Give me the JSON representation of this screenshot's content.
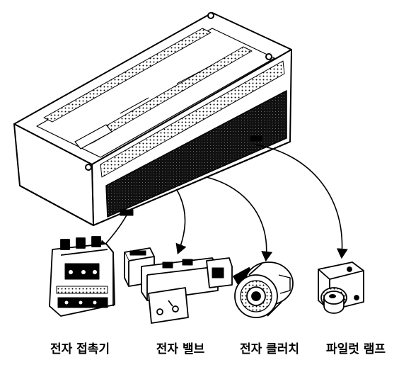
{
  "diagram": {
    "plc": {
      "icon": "plc-unit-icon"
    },
    "devices": [
      {
        "label": "전자 접촉기",
        "icon": "magnetic-contactor-icon"
      },
      {
        "label": "전자 밸브",
        "icon": "solenoid-valve-icon"
      },
      {
        "label": "전자 클러치",
        "icon": "electromagnetic-clutch-icon"
      },
      {
        "label": "파일럿 램프",
        "icon": "pilot-lamp-icon"
      }
    ]
  }
}
